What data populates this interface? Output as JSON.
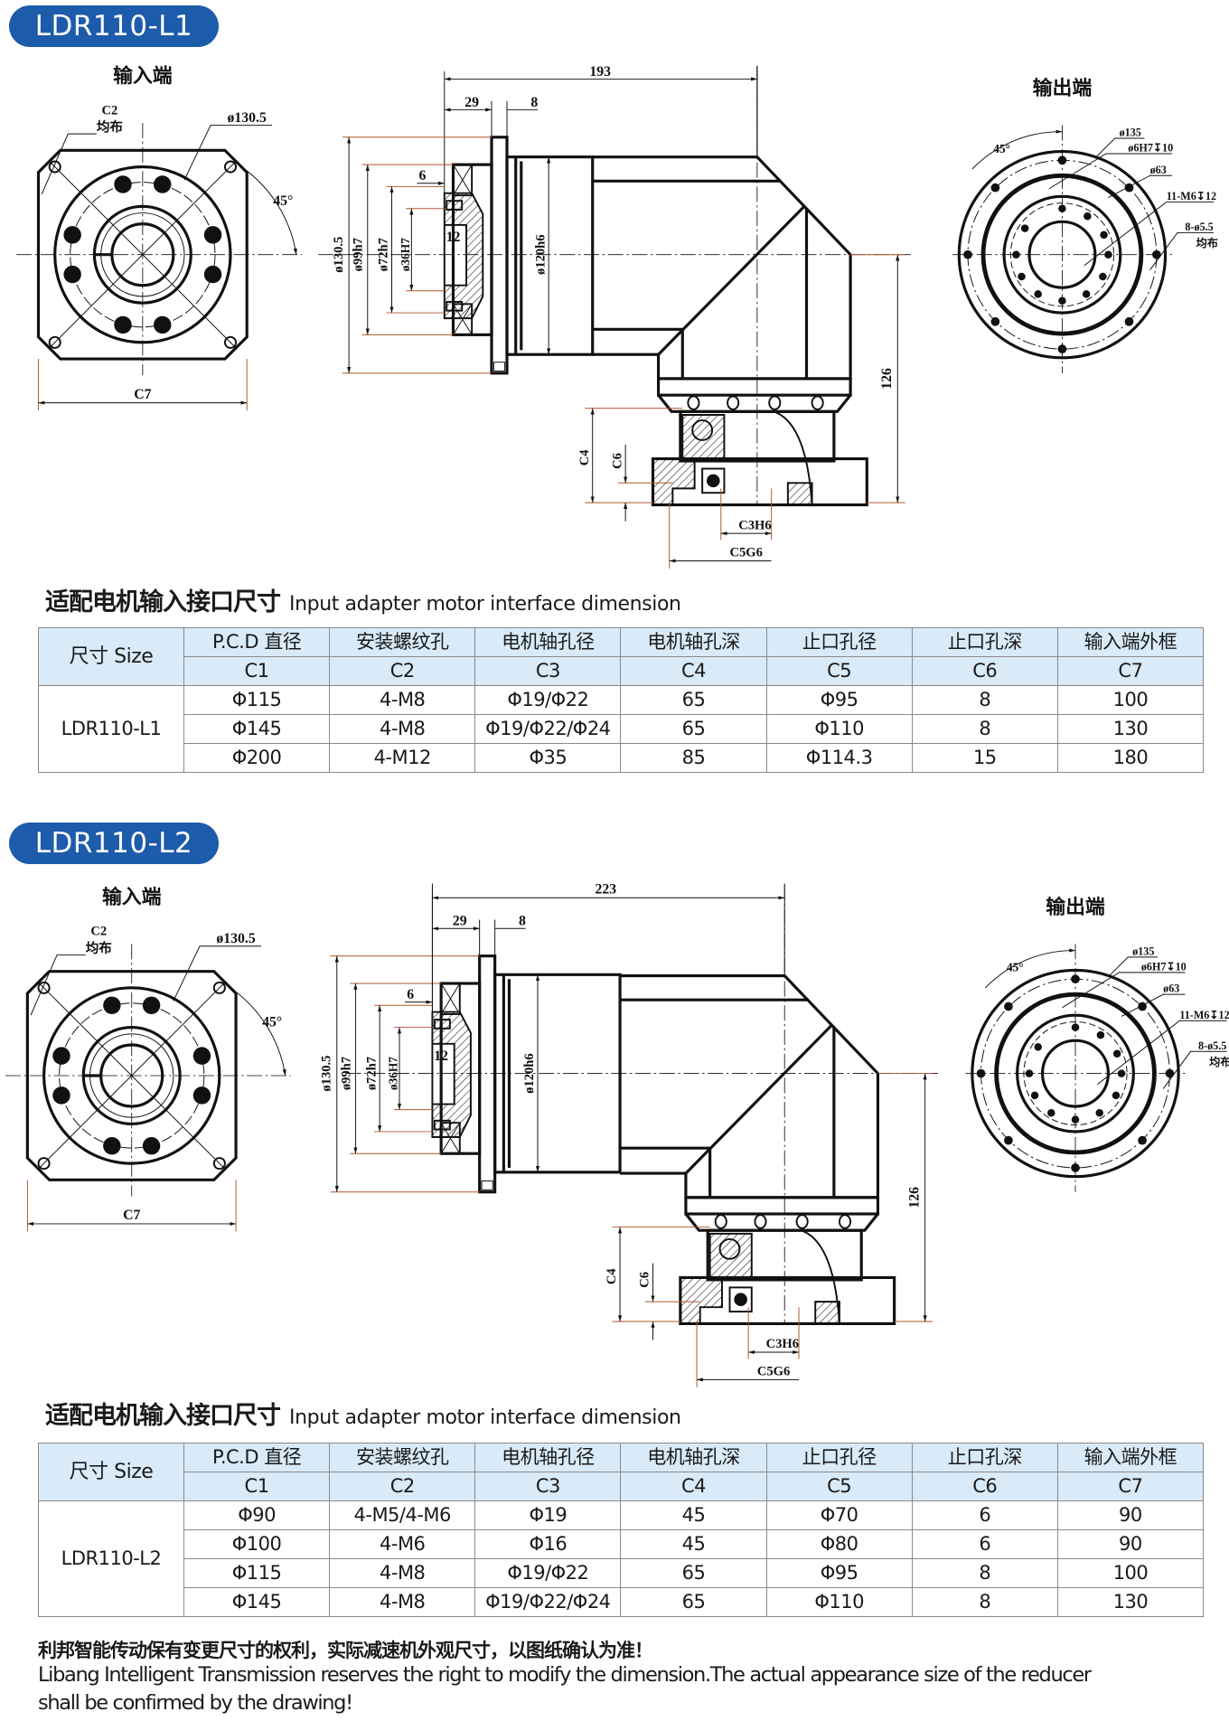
{
  "sections": [
    {
      "badge": "LDR110-L1",
      "input_label": "输入端",
      "output_label": "输出端",
      "dims": {
        "c2": "C2",
        "c2_note": "均布",
        "pcd_flange": "ø130.5",
        "angle": "45°",
        "c7": "C7",
        "overall": "193",
        "d29": "29",
        "d8": "8",
        "d130": "ø130.5",
        "d99": "ø99h7",
        "d72": "ø72h7",
        "d36": "ø36H7",
        "d6": "6",
        "d12": "12",
        "d120": "ø120h6",
        "h126": "126",
        "c4": "C4",
        "c6": "C6",
        "c3": "C3H6",
        "c5": "C5G6",
        "out_angle": "45°",
        "out_d135": "ø135",
        "out_pin": "ø6H7↧10",
        "out_d63": "ø63",
        "out_tap": "11-M6↧12",
        "out_holes": "8-ø5.5",
        "out_holes_note": "均布"
      },
      "title_cn": "适配电机输入接口尺寸",
      "title_en": "Input adapter motor interface dimension",
      "model": "LDR110-L1",
      "rows": [
        [
          "Φ115",
          "4-M8",
          "Φ19/Φ22",
          "65",
          "Φ95",
          "8",
          "100"
        ],
        [
          "Φ145",
          "4-M8",
          "Φ19/Φ22/Φ24",
          "65",
          "Φ110",
          "8",
          "130"
        ],
        [
          "Φ200",
          "4-M12",
          "Φ35",
          "85",
          "Φ114.3",
          "15",
          "180"
        ]
      ]
    },
    {
      "badge": "LDR110-L2",
      "input_label": "输入端",
      "output_label": "输出端",
      "dims": {
        "c2": "C2",
        "c2_note": "均布",
        "pcd_flange": "ø130.5",
        "angle": "45°",
        "c7": "C7",
        "overall": "223",
        "d29": "29",
        "d8": "8",
        "d130": "ø130.5",
        "d99": "ø99h7",
        "d72": "ø72h7",
        "d36": "ø36H7",
        "d6": "6",
        "d12": "12",
        "d120": "ø120h6",
        "h126": "126",
        "c4": "C4",
        "c6": "C6",
        "c3": "C3H6",
        "c5": "C5G6",
        "out_angle": "45°",
        "out_d135": "ø135",
        "out_pin": "ø6H7↧10",
        "out_d63": "ø63",
        "out_tap": "11-M6↧12",
        "out_holes": "8-ø5.5",
        "out_holes_note": "均布"
      },
      "title_cn": "适配电机输入接口尺寸",
      "title_en": "Input adapter motor interface dimension",
      "model": "LDR110-L2",
      "rows": [
        [
          "Φ90",
          "4-M5/4-M6",
          "Φ19",
          "45",
          "Φ70",
          "6",
          "90"
        ],
        [
          "Φ100",
          "4-M6",
          "Φ16",
          "45",
          "Φ80",
          "6",
          "90"
        ],
        [
          "Φ115",
          "4-M8",
          "Φ19/Φ22",
          "65",
          "Φ95",
          "8",
          "100"
        ],
        [
          "Φ145",
          "4-M8",
          "Φ19/Φ22/Φ24",
          "65",
          "Φ110",
          "8",
          "130"
        ]
      ]
    }
  ],
  "table_header": {
    "size": "尺寸 Size",
    "names": [
      "P.C.D 直径",
      "安装螺纹孔",
      "电机轴孔径",
      "电机轴孔深",
      "止口孔径",
      "止口孔深",
      "输入端外框"
    ],
    "codes": [
      "C1",
      "C2",
      "C3",
      "C4",
      "C5",
      "C6",
      "C7"
    ]
  },
  "footer": {
    "cn": "利邦智能传动保有变更尺寸的权利，实际减速机外观尺寸，以图纸确认为准！",
    "en_line1": "Libang Intelligent Transmission reserves the right to modify the dimension.The actual appearance size of the reducer",
    "en_line2": "shall be confirmed by the drawing!"
  },
  "colors": {
    "badge": "#1d5bab",
    "header_bg": "#d9eaf8",
    "dimension_line": "#b0562e"
  }
}
